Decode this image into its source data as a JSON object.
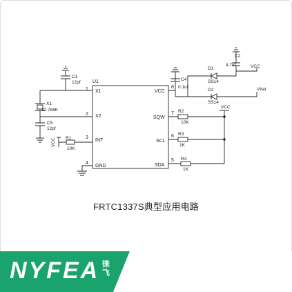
{
  "caption": "FRTC1337S典型应用电路",
  "brand": {
    "name": "NYFEA",
    "cn_line1": "徕",
    "cn_line2": "飞",
    "color": "#1aa36d"
  },
  "schematic": {
    "ic": {
      "ref": "U1",
      "left_pins": [
        {
          "num": "1",
          "name": "X1"
        },
        {
          "num": "2",
          "name": "X2"
        },
        {
          "num": "3",
          "name": "INT"
        },
        {
          "num": "4",
          "name": "GND"
        }
      ],
      "right_pins": [
        {
          "num": "8",
          "name": "VCC"
        },
        {
          "num": "7",
          "name": "SQW"
        },
        {
          "num": "6",
          "name": "SCL"
        },
        {
          "num": "5",
          "name": "SDA"
        }
      ]
    },
    "c1": {
      "ref": "C1",
      "value": "12pf"
    },
    "c5": {
      "ref": "C5",
      "value": "12pf"
    },
    "x1": {
      "ref": "X1",
      "value": "32.768K"
    },
    "r1": {
      "ref": "R1",
      "value": "10K"
    },
    "c4": {
      "ref": "C4",
      "value": "0.1uf"
    },
    "c2": {
      "ref": "C2",
      "value": "4.7uf"
    },
    "d1": {
      "ref": "D1",
      "value": "SS14"
    },
    "d2": {
      "ref": "D2",
      "value": "SS14"
    },
    "r2": {
      "ref": "R2",
      "value": "10K"
    },
    "r3": {
      "ref": "R3",
      "value": "1K"
    },
    "r4": {
      "ref": "R4",
      "value": "1K"
    },
    "nets": {
      "vcc_top": "VCC",
      "vcc_mid": "VCC",
      "vcc_left": "VCC",
      "vbat": "Vbat"
    }
  }
}
